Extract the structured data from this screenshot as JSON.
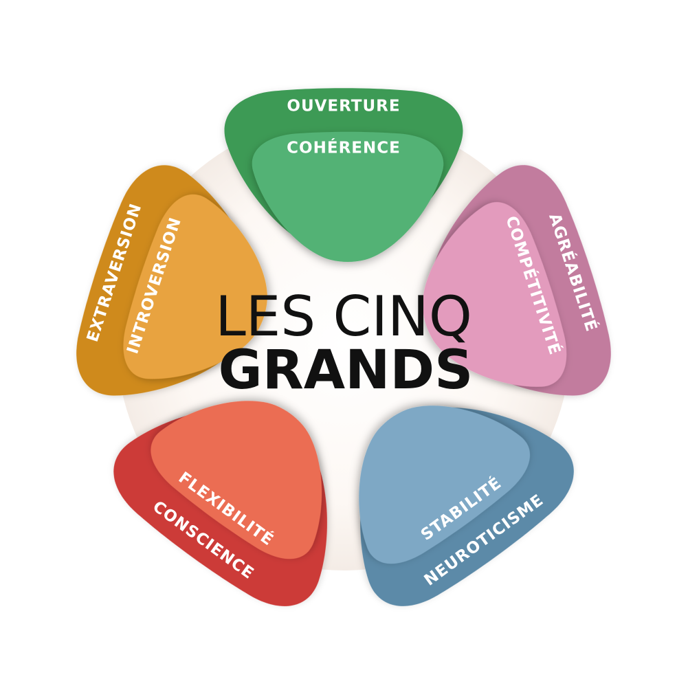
{
  "title": {
    "line1": "LES CINQ",
    "line2": "GRANDS"
  },
  "petals": [
    {
      "id": "ouverture",
      "outer_label": "OUVERTURE",
      "inner_label": "COHÉRENCE",
      "outer_color": "#3c9a55",
      "inner_color": "#52b274"
    },
    {
      "id": "agreabilite",
      "outer_label": "AGRÉABILITÉ",
      "inner_label": "COMPÉTITIVITÉ",
      "outer_color": "#c27b9e",
      "inner_color": "#e39bbd"
    },
    {
      "id": "neuroticisme",
      "outer_label": "NEUROTICISME",
      "inner_label": "STABILITÉ",
      "outer_color": "#5c8aa8",
      "inner_color": "#7ea8c5"
    },
    {
      "id": "conscience",
      "outer_label": "CONSCIENCE",
      "inner_label": "FLEXIBILITÉ",
      "outer_color": "#cc3a38",
      "inner_color": "#eb6d53"
    },
    {
      "id": "extraversion",
      "outer_label": "EXTRAVERSION",
      "inner_label": "INTROVERSION",
      "outer_color": "#cf8a1c",
      "inner_color": "#e8a33f"
    }
  ]
}
